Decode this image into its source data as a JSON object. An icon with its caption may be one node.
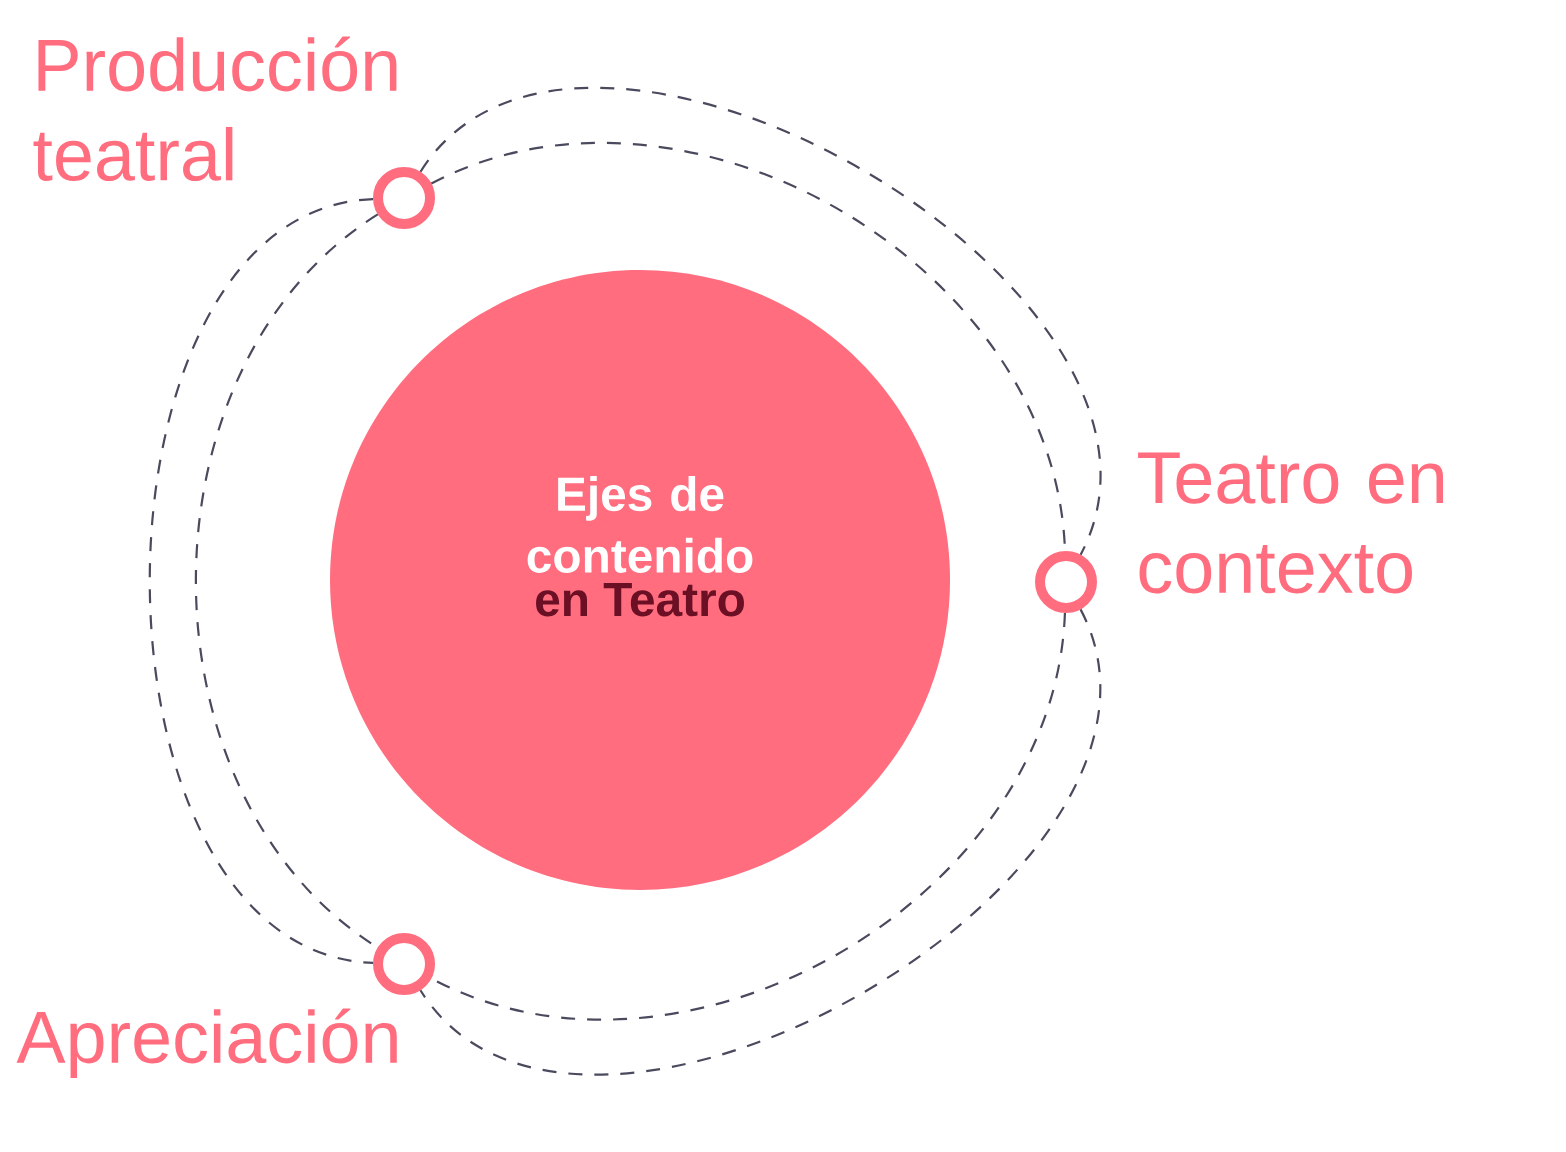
{
  "diagram": {
    "nodes": [
      {
        "text": [
          "Ejes de contenido",
          "en Teatro"
        ]
      },
      {
        "text": [
          "Producción teatral"
        ]
      },
      {
        "text": [
          "Teatro en contexto"
        ]
      },
      {
        "text": [
          "Apreciación"
        ]
      }
    ],
    "edges": [
      {
        "from": 1,
        "to": 2,
        "arrow": "none",
        "style": "dashed"
      },
      {
        "from": 1,
        "to": 2,
        "arrow": "none",
        "style": "dashed"
      },
      {
        "from": 1,
        "to": 3,
        "arrow": "none",
        "style": "dashed"
      },
      {
        "from": 1,
        "to": 3,
        "arrow": "none",
        "style": "dashed"
      },
      {
        "from": 2,
        "to": 3,
        "arrow": "none",
        "style": "dashed"
      },
      {
        "from": 2,
        "to": 3,
        "arrow": "none",
        "style": "dashed"
      }
    ]
  }
}
